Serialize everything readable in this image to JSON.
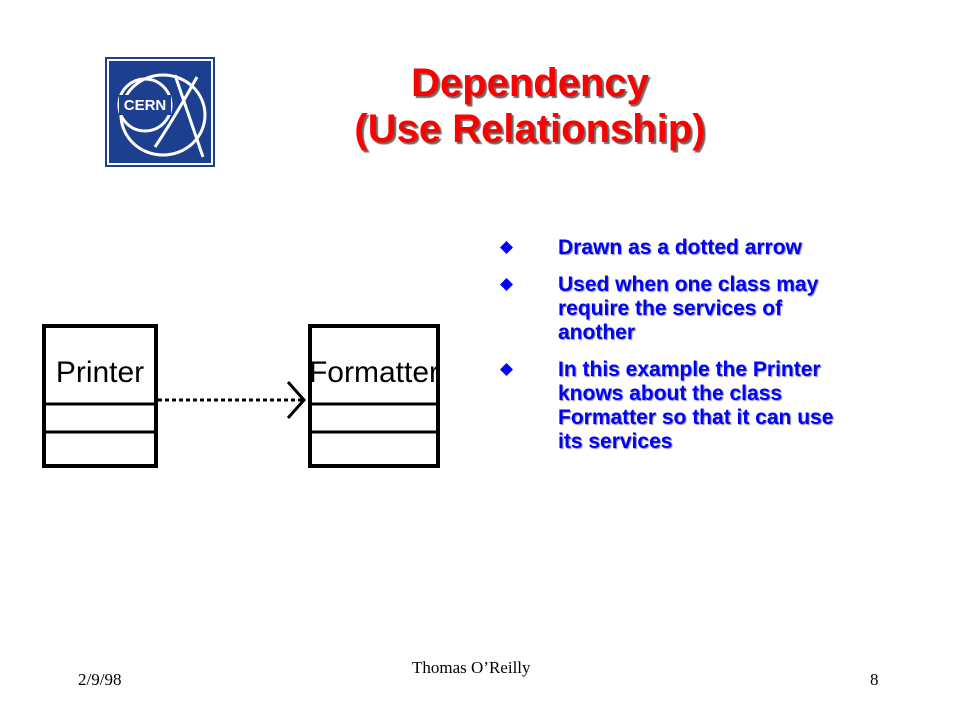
{
  "logo": {
    "text": "CERN",
    "bg": "#1d3f8f",
    "fg": "#ffffff"
  },
  "title": {
    "line1": "Dependency",
    "line2": "(Use Relationship)",
    "color": "#ff0000"
  },
  "diagram": {
    "classes": [
      {
        "name": "Printer"
      },
      {
        "name": "Formatter"
      }
    ],
    "relationship": "dependency"
  },
  "bullets": [
    {
      "text": "Drawn as a dotted arrow"
    },
    {
      "text": "Used when one class may require the services of another"
    },
    {
      "text": "In this example the Printer knows about the class  Formatter so that it can use its services"
    }
  ],
  "bullet_color": "#0000ff",
  "footer": {
    "date": "2/9/98",
    "author": "Thomas O’Reilly",
    "page": "8"
  }
}
